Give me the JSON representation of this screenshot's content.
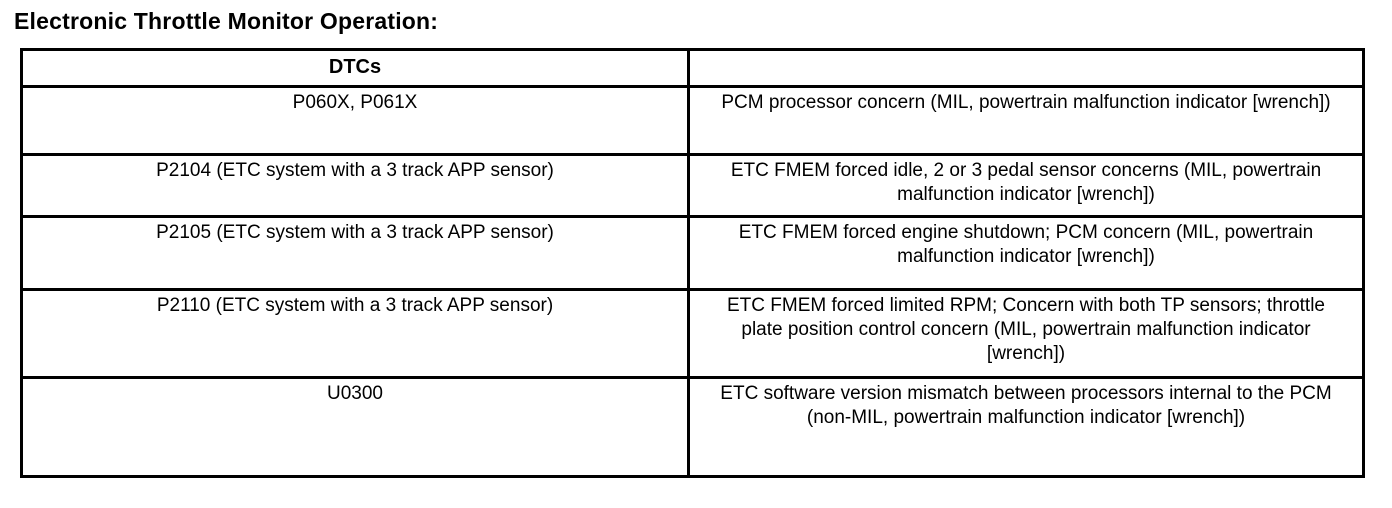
{
  "page": {
    "title": "Electronic Throttle Monitor Operation:"
  },
  "table": {
    "headers": {
      "dtcs": "DTCs",
      "description": ""
    },
    "rows": [
      {
        "dtc": "P060X, P061X",
        "description": "PCM processor concern (MIL, powertrain malfunction indicator [wrench])"
      },
      {
        "dtc": "P2104 (ETC system with a 3 track APP sensor)",
        "description": "ETC FMEM  forced idle, 2 or 3 pedal sensor concerns (MIL, powertrain malfunction indicator [wrench])"
      },
      {
        "dtc": "P2105 (ETC system with a 3 track APP sensor)",
        "description": "ETC FMEM  forced engine shutdown; PCM concern (MIL, powertrain malfunction indicator [wrench])"
      },
      {
        "dtc": "P2110 (ETC system with a 3 track APP sensor)",
        "description": "ETC FMEM  forced limited RPM; Concern with both TP sensors; throttle plate position control concern (MIL, powertrain malfunction indicator [wrench])"
      },
      {
        "dtc": "U0300",
        "description": "ETC software version mismatch between processors internal to the PCM (non-MIL, powertrain malfunction indicator [wrench])"
      }
    ]
  }
}
